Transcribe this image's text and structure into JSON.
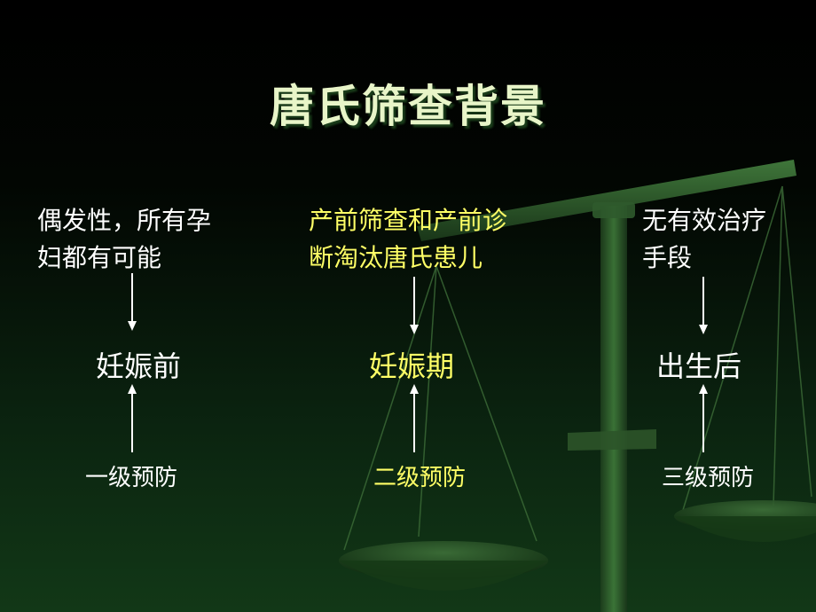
{
  "slide": {
    "title": "唐氏筛查背景"
  },
  "columns": [
    {
      "description_line1": "偶发性，所有孕",
      "description_line2": "妇都有可能",
      "stage": "妊娠前",
      "prevention_level": "一级预防",
      "highlight": false
    },
    {
      "description_line1": "产前筛查和产前诊",
      "description_line2": "断淘汰唐氏患儿",
      "stage": "妊娠期",
      "prevention_level": "二级预防",
      "highlight": true
    },
    {
      "description_line1": "无有效治疗",
      "description_line2": "手段",
      "stage": "出生后",
      "prevention_level": "三级预防",
      "highlight": false
    }
  ],
  "colors": {
    "text": "#ffffff",
    "highlight_text": "#ffff66",
    "title": "#e8f5c8",
    "scale": "#2f5a2c"
  },
  "background_icon": "balance-scale-icon"
}
